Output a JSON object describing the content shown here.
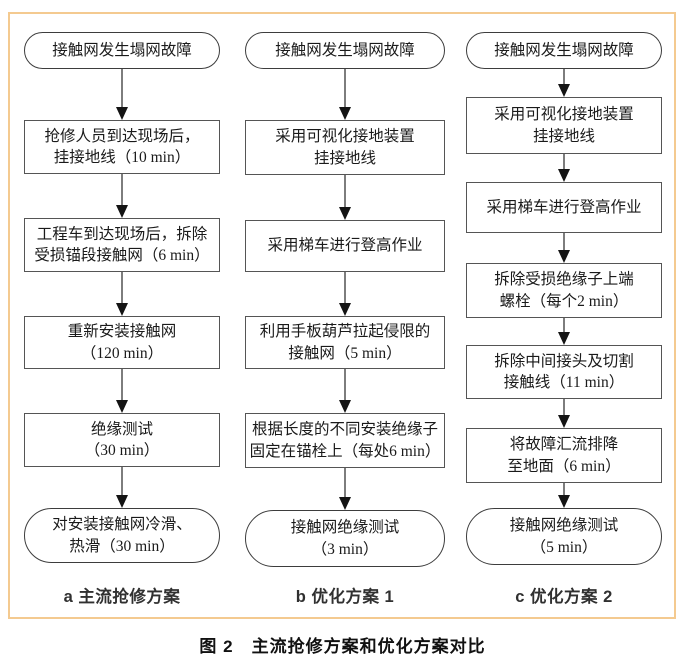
{
  "caption": "图 2　主流抢修方案和优化方案对比",
  "colors": {
    "frame_border": "#f4ca90",
    "box_border": "#4a4a4a",
    "arrow_shaft": "#7d7d7d",
    "arrow_head": "#141414",
    "box_text": "#1a1a1a",
    "label_text": "#303030",
    "background": "#ffffff"
  },
  "diagram": {
    "columns": [
      {
        "id": "a",
        "label": "a 主流抢修方案",
        "nodes": [
          {
            "shape": "stadium",
            "lines": [
              "接触网发生塌网故障"
            ]
          },
          {
            "shape": "rect",
            "lines": [
              "抢修人员到达现场后，",
              "挂接地线（10 min）"
            ]
          },
          {
            "shape": "rect",
            "lines": [
              "工程车到达现场后，拆除",
              "受损锚段接触网（6 min）"
            ]
          },
          {
            "shape": "rect",
            "lines": [
              "重新安装接触网",
              "（120 min）"
            ]
          },
          {
            "shape": "rect",
            "lines": [
              "绝缘测试",
              "（30 min）"
            ]
          },
          {
            "shape": "stadium",
            "lines": [
              "对安装接触网冷滑、",
              "热滑（30 min）"
            ]
          }
        ]
      },
      {
        "id": "b",
        "label": "b 优化方案 1",
        "nodes": [
          {
            "shape": "stadium",
            "lines": [
              "接触网发生塌网故障"
            ]
          },
          {
            "shape": "rect",
            "lines": [
              "采用可视化接地装置",
              "挂接地线"
            ]
          },
          {
            "shape": "rect",
            "lines": [
              "采用梯车进行登高作业"
            ]
          },
          {
            "shape": "rect",
            "lines": [
              "利用手板葫芦拉起侵限的",
              "接触网（5 min）"
            ]
          },
          {
            "shape": "rect",
            "lines": [
              "根据长度的不同安装绝缘子",
              "固定在锚栓上（每处6 min）"
            ]
          },
          {
            "shape": "stadium",
            "lines": [
              "接触网绝缘测试",
              "（3 min）"
            ]
          }
        ]
      },
      {
        "id": "c",
        "label": "c 优化方案 2",
        "nodes": [
          {
            "shape": "stadium",
            "lines": [
              "接触网发生塌网故障"
            ]
          },
          {
            "shape": "rect",
            "lines": [
              "采用可视化接地装置",
              "挂接地线"
            ]
          },
          {
            "shape": "rect",
            "lines": [
              "采用梯车进行登高作业"
            ]
          },
          {
            "shape": "rect",
            "lines": [
              "拆除受损绝缘子上端",
              "螺栓（每个2 min）"
            ]
          },
          {
            "shape": "rect",
            "lines": [
              "拆除中间接头及切割",
              "接触线（11 min）"
            ]
          },
          {
            "shape": "rect",
            "lines": [
              "将故障汇流排降",
              "至地面（6 min）"
            ]
          },
          {
            "shape": "stadium",
            "lines": [
              "接触网绝缘测试",
              "（5 min）"
            ]
          }
        ]
      }
    ]
  }
}
